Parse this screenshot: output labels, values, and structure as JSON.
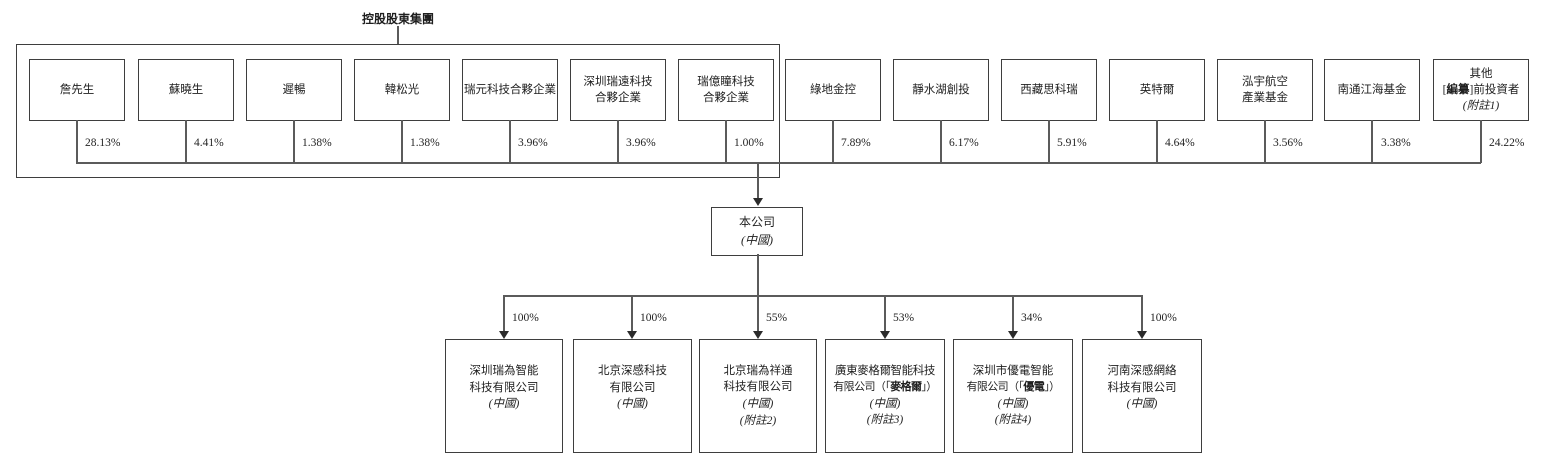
{
  "group_label": "控股股東集團",
  "company": {
    "name": "本公司",
    "country": "(中國)"
  },
  "shareholders": [
    {
      "lines": [
        "詹先生"
      ],
      "pct": "28.13%"
    },
    {
      "lines": [
        "蘇曉生"
      ],
      "pct": "4.41%"
    },
    {
      "lines": [
        "遲暢"
      ],
      "pct": "1.38%"
    },
    {
      "lines": [
        "韓松光"
      ],
      "pct": "1.38%"
    },
    {
      "lines": [
        "瑞元科技合夥企業"
      ],
      "pct": "3.96%"
    },
    {
      "lines": [
        "深圳瑞遠科技",
        "合夥企業"
      ],
      "pct": "3.96%"
    },
    {
      "lines": [
        "瑞億瞳科技",
        "合夥企業"
      ],
      "pct": "1.00%"
    },
    {
      "lines": [
        "綠地金控"
      ],
      "pct": "7.89%"
    },
    {
      "lines": [
        "靜水湖創投"
      ],
      "pct": "6.17%"
    },
    {
      "lines": [
        "西藏思科瑞"
      ],
      "pct": "5.91%"
    },
    {
      "lines": [
        "英特爾"
      ],
      "pct": "4.64%"
    },
    {
      "lines": [
        "泓宇航空",
        "產業基金"
      ],
      "pct": "3.56%"
    },
    {
      "lines": [
        "南通江海基金"
      ],
      "pct": "3.38%"
    },
    {
      "lines": [
        "其他"
      ],
      "l2_pre": "[",
      "l2_bold": "編纂",
      "l2_post": "]前投資者",
      "note": "(附註1)",
      "pct": "24.22%"
    }
  ],
  "subsidiaries": [
    {
      "pct": "100%",
      "lines": [
        "深圳瑞為智能",
        "科技有限公司"
      ],
      "country": "(中國)"
    },
    {
      "pct": "100%",
      "lines": [
        "北京深感科技",
        "有限公司"
      ],
      "country": "(中國)"
    },
    {
      "pct": "55%",
      "lines": [
        "北京瑞為祥通",
        "科技有限公司"
      ],
      "country": "(中國)",
      "note": "(附註2)"
    },
    {
      "pct": "53%",
      "line1": "廣東麥格爾智能科技",
      "l2_pre": "有限公司（「",
      "l2_bold": "麥格爾",
      "l2_post": "」）",
      "country": "(中國)",
      "note": "(附註3)"
    },
    {
      "pct": "34%",
      "line1": "深圳市優電智能",
      "l2_pre": "有限公司（「",
      "l2_bold": "優電",
      "l2_post": "」）",
      "country": "(中國)",
      "note": "(附註4)"
    },
    {
      "pct": "100%",
      "lines": [
        "河南深感網絡",
        "科技有限公司"
      ],
      "country": "(中國)"
    }
  ]
}
